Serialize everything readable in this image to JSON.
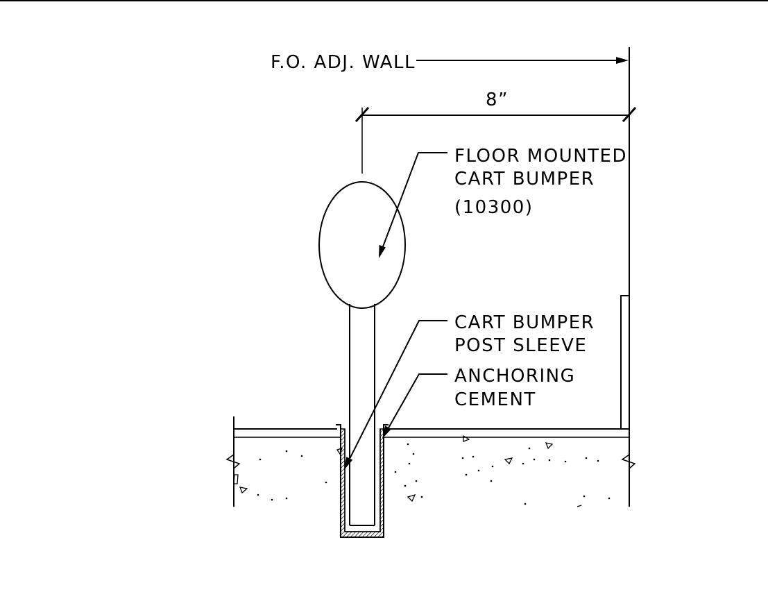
{
  "labels": {
    "wall": "F.O. ADJ. WALL",
    "dimension": "8”",
    "bumper_line1": "FLOOR MOUNTED",
    "bumper_line2": "CART BUMPER",
    "bumper_line3": "(10300)",
    "sleeve_line1": "CART BUMPER",
    "sleeve_line2": "POST SLEEVE",
    "cement_line1": "ANCHORING",
    "cement_line2": "CEMENT"
  },
  "colors": {
    "line": "#000000",
    "background": "#ffffff"
  }
}
